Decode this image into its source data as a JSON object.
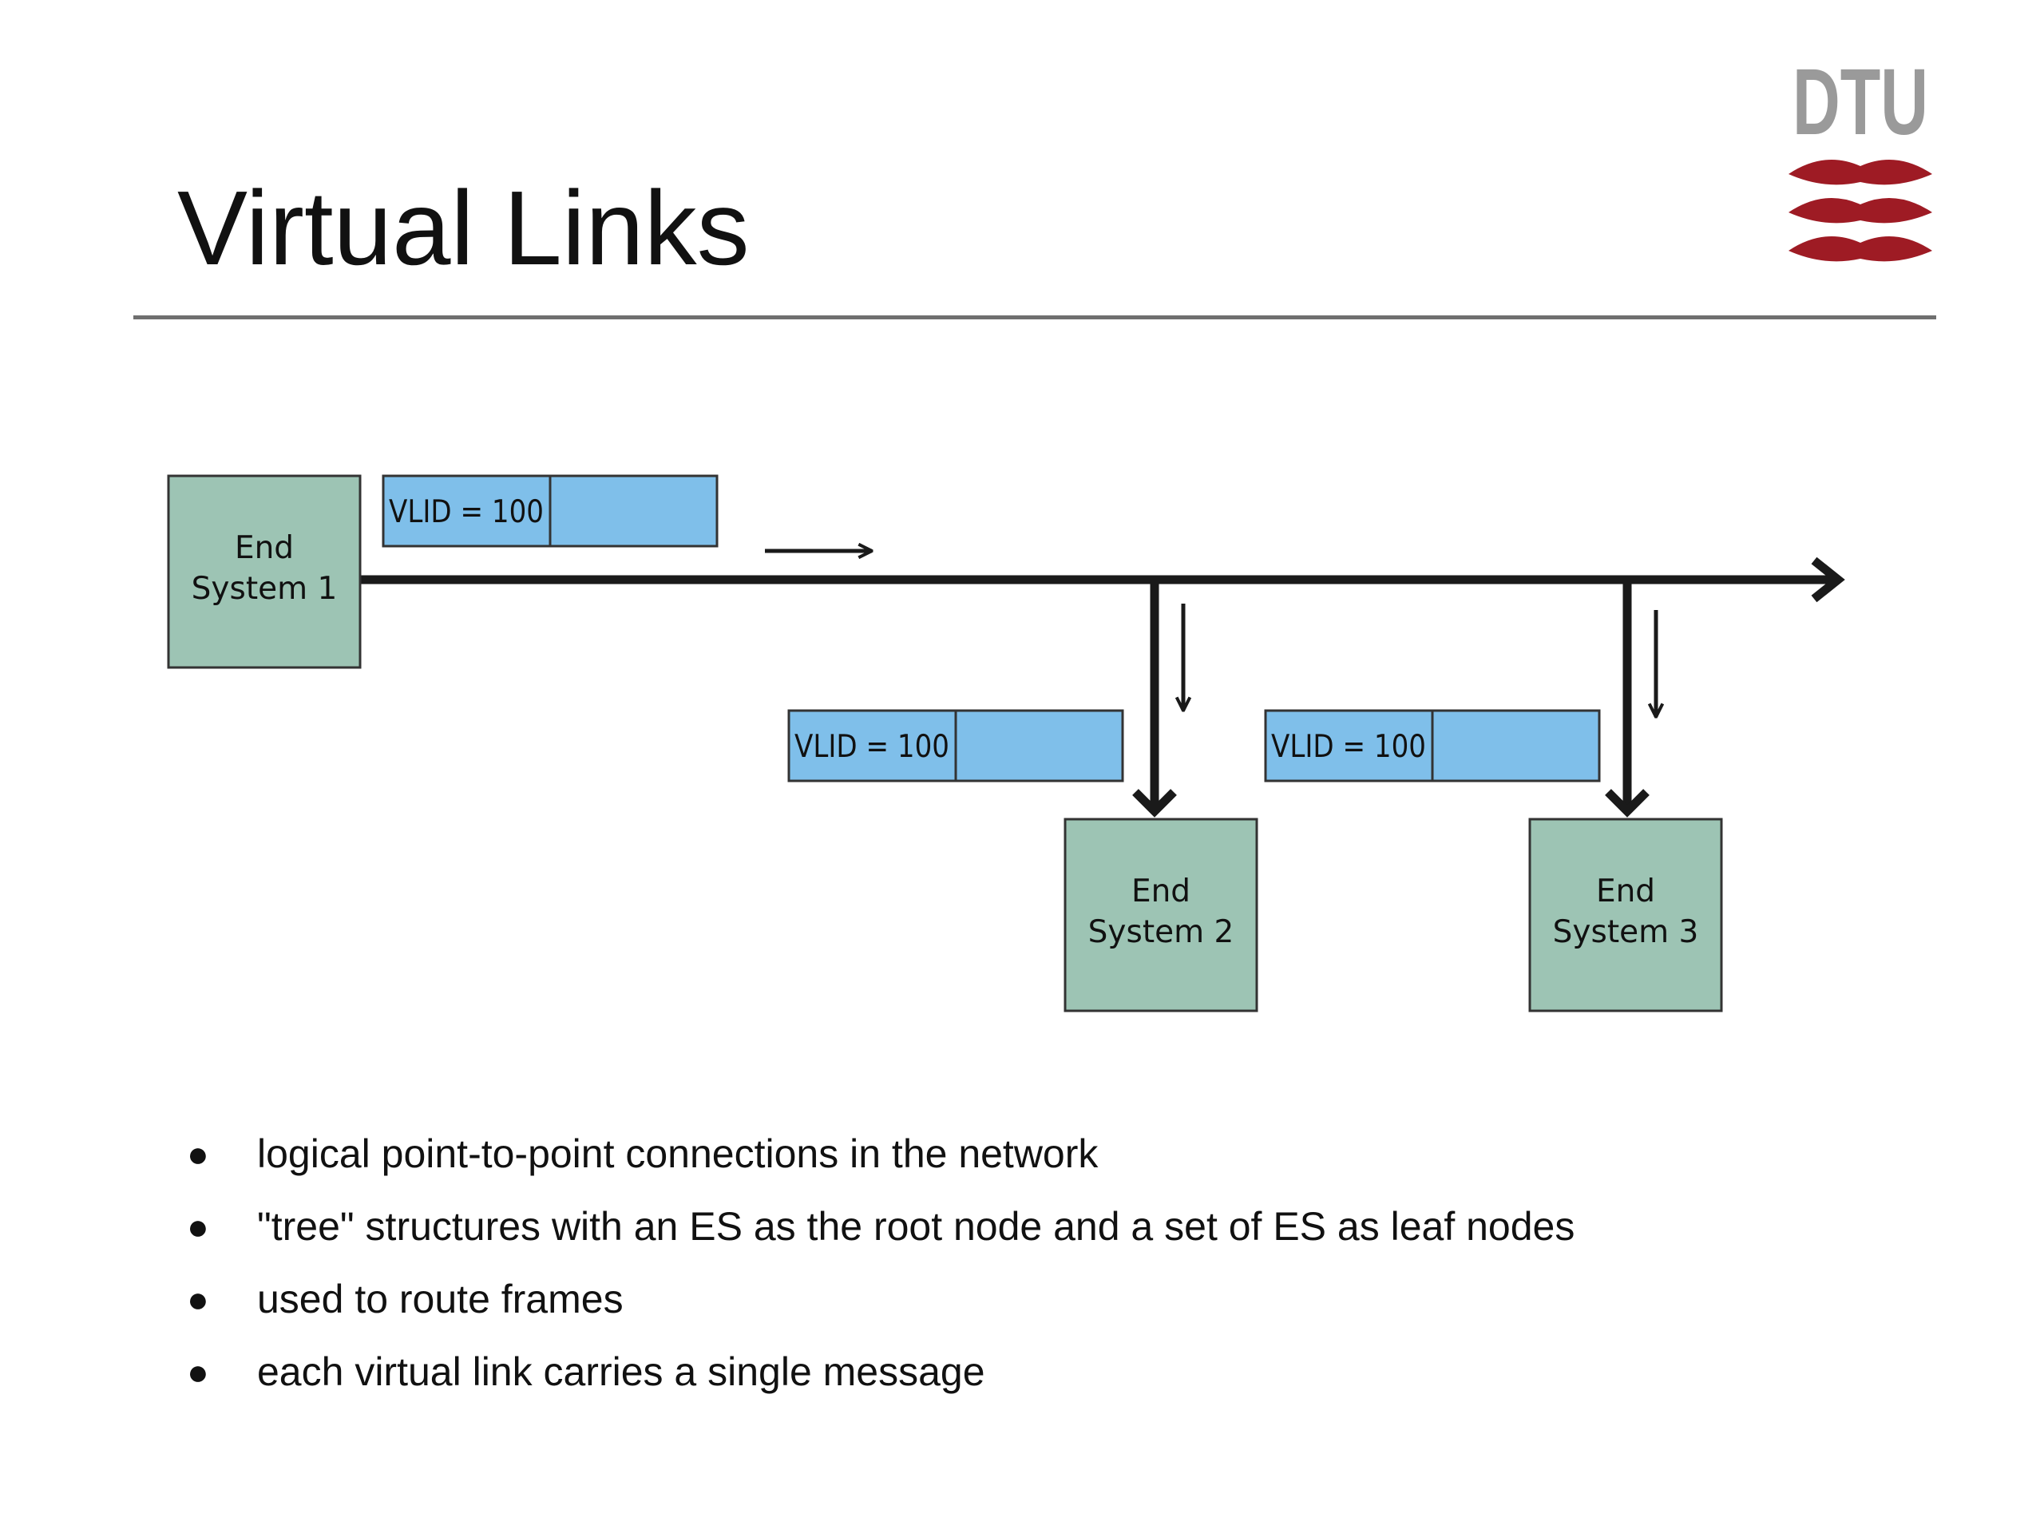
{
  "slide": {
    "title": "Virtual Links",
    "logo_text": "DTU",
    "logo_accent_color": "#9e1b24",
    "logo_text_color": "#9a9a9a"
  },
  "diagram": {
    "end_systems": [
      {
        "line1": "End",
        "line2": "System 1"
      },
      {
        "line1": "End",
        "line2": "System 2"
      },
      {
        "line1": "End",
        "line2": "System 3"
      }
    ],
    "frames": [
      {
        "label": "VLID = 100"
      },
      {
        "label": "VLID = 100"
      },
      {
        "label": "VLID = 100"
      }
    ],
    "colors": {
      "end_system_fill": "#9dc4b4",
      "frame_fill": "#7fbfea",
      "link": "#1a1a1a"
    }
  },
  "bullets": [
    {
      "marker": "●",
      "text": "logical point-to-point connections in the network"
    },
    {
      "marker": "●",
      "text": "\"tree\" structures with an ES as the root node and a set of ES as leaf nodes"
    },
    {
      "marker": "●",
      "text": "used to route frames"
    },
    {
      "marker": "●",
      "text": "each virtual link carries a single message"
    }
  ]
}
